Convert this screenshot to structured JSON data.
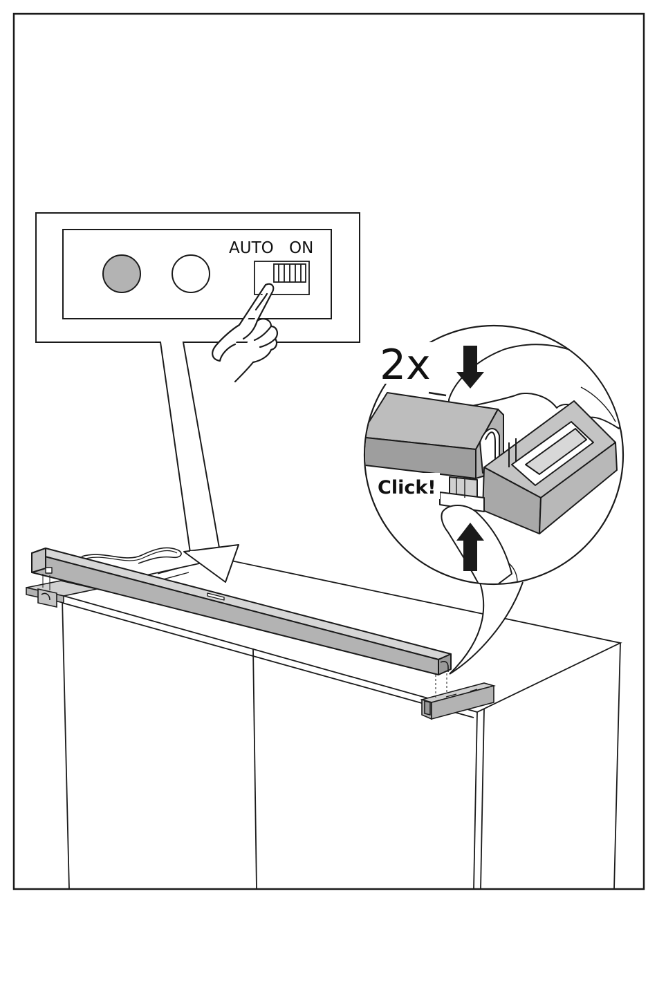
{
  "switch_panel": {
    "auto_label": "AUTO",
    "on_label": "ON"
  },
  "detail": {
    "repeat_label": "2x",
    "click_label": "Click!"
  },
  "colors": {
    "line": "#1a1a1a",
    "part_fill": "#b3b3b3",
    "background": "#ffffff"
  }
}
